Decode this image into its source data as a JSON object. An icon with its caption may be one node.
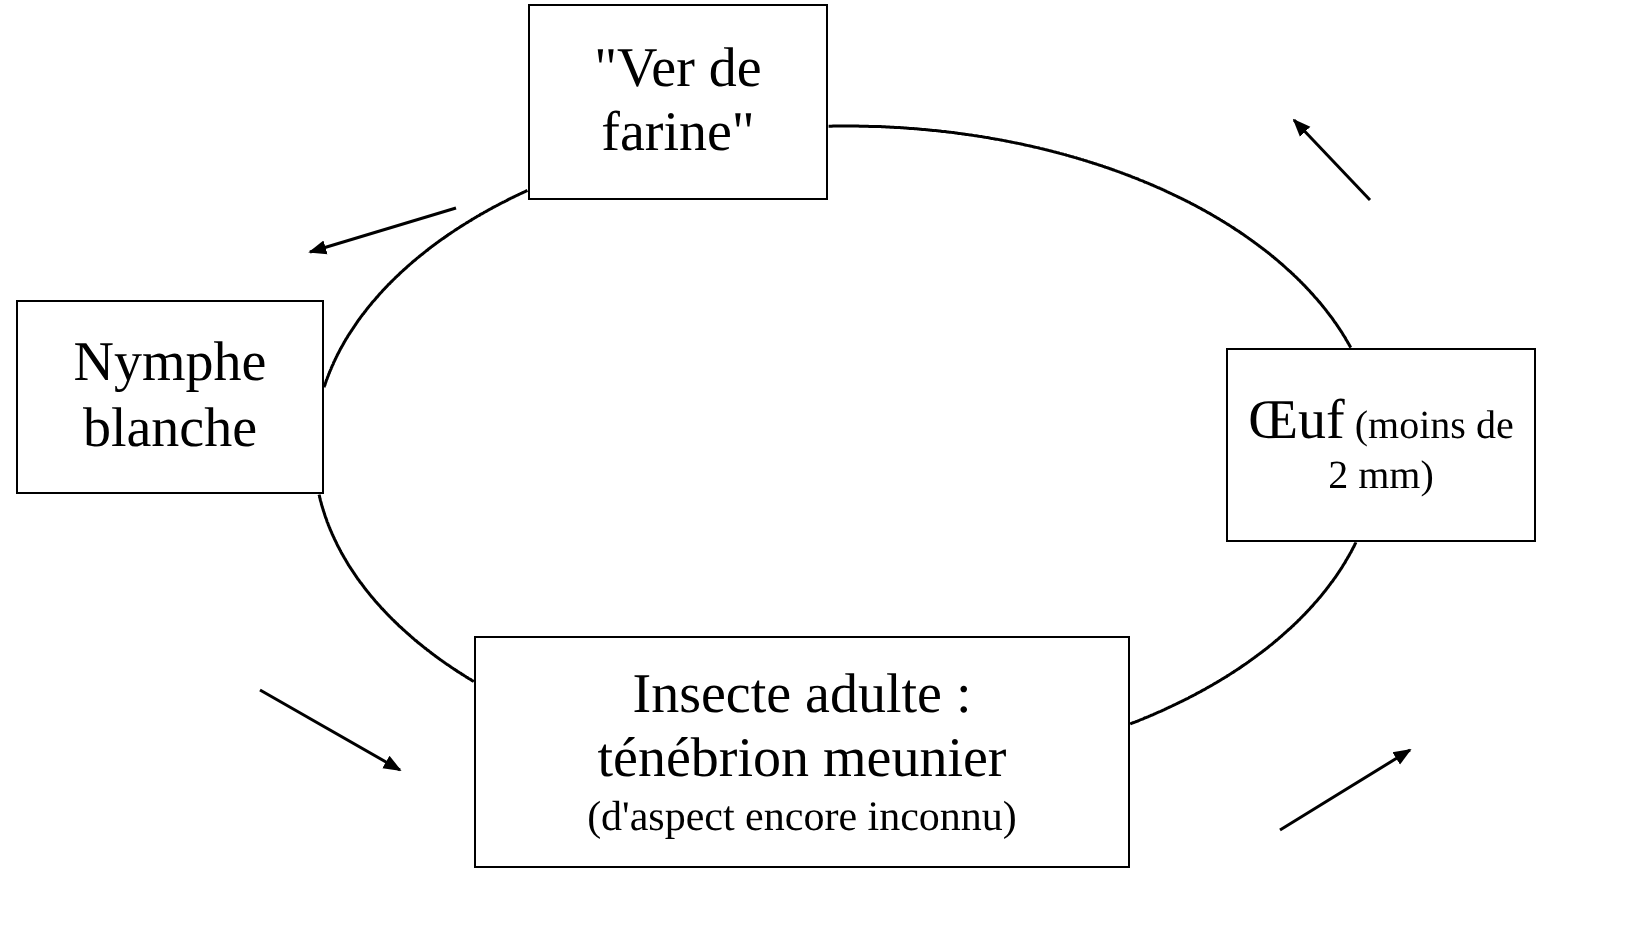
{
  "diagram": {
    "nodes": [
      {
        "text": [
          "\"Ver de farine\""
        ]
      },
      {
        "text": [
          "Nymphe blanche"
        ]
      },
      {
        "text": [
          "Œuf",
          "(moins de 2 mm)"
        ]
      },
      {
        "text": [
          "Insecte adulte : ténébrion meunier",
          "(d'aspect encore inconnu)"
        ]
      }
    ],
    "edges": [
      {
        "from": 2,
        "to": 0,
        "arrow": "none"
      },
      {
        "from": 0,
        "to": 1,
        "arrow": "none"
      },
      {
        "from": 1,
        "to": 3,
        "arrow": "none"
      },
      {
        "from": 3,
        "to": 2,
        "arrow": "none"
      }
    ]
  }
}
